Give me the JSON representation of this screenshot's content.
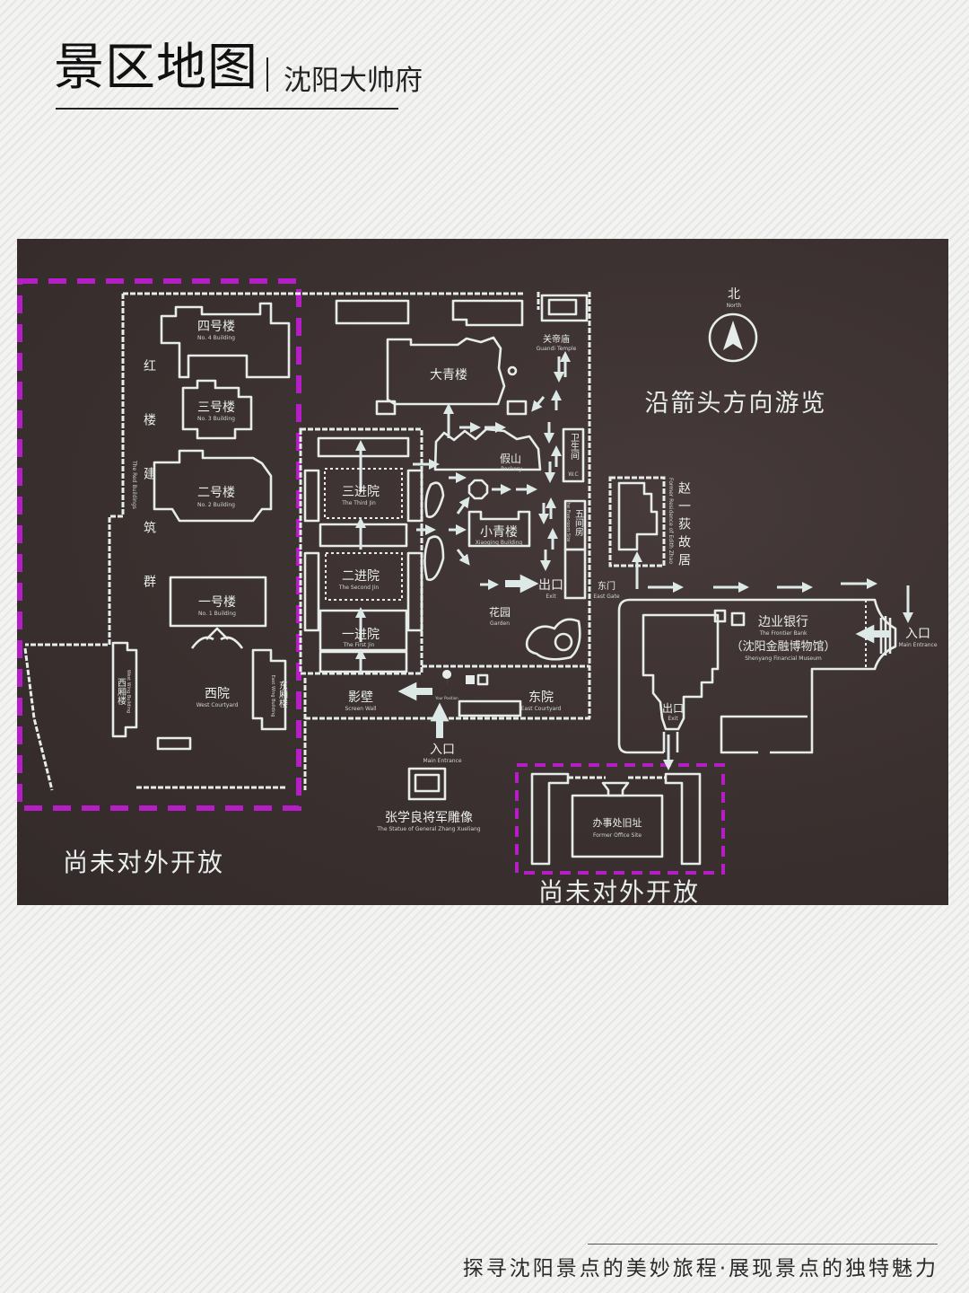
{
  "header": {
    "title": "景区地图",
    "subtitle": "沈阳大帅府"
  },
  "footer": {
    "tagline": "探寻沈阳景点的美妙旅程·展现景点的独特魅力"
  },
  "map": {
    "colors": {
      "background": "#3b3131",
      "lines": "#e6ece9",
      "closed_area": "#b41ec4"
    },
    "compass": {
      "cn": "北",
      "en": "North",
      "icon": "north-arrow-icon"
    },
    "instruction": "沿箭头方向游览",
    "closed_notice_left": "尚未对外开放",
    "closed_notice_bottom": "尚未对外开放",
    "red_buildings": {
      "cn": "红楼建筑群",
      "en": "The Red Buildings"
    },
    "labels": {
      "b4": {
        "cn": "四号楼",
        "en": "No. 4 Building"
      },
      "b3": {
        "cn": "三号楼",
        "en": "No. 3 Building"
      },
      "b2": {
        "cn": "二号楼",
        "en": "No. 2 Building"
      },
      "b1": {
        "cn": "一号楼",
        "en": "No. 1 Building"
      },
      "west_courtyard": {
        "cn": "西院",
        "en": "West Courtyard"
      },
      "west_wing": {
        "cn": "西厢楼",
        "en": "West Wing Building"
      },
      "east_wing": {
        "cn": "东厢楼",
        "en": "East Wing Building"
      },
      "daqing": {
        "cn": "大青楼"
      },
      "guandi": {
        "cn": "关帝庙",
        "en": "Guandi Temple"
      },
      "wc": {
        "cn": "卫生间",
        "en": "W.C"
      },
      "rockery": {
        "cn": "假山",
        "en": "Rockery"
      },
      "third_jin": {
        "cn": "三进院",
        "en": "The Third Jin"
      },
      "second_jin": {
        "cn": "二进院",
        "en": "The Second Jin"
      },
      "first_jin": {
        "cn": "一进院",
        "en": "The First Jin"
      },
      "xiaoqing": {
        "cn": "小青楼",
        "en": "Xiaoqing Building"
      },
      "five_room": {
        "cn": "五间房",
        "en": "The Five-room Site"
      },
      "exit1": {
        "cn": "出口",
        "en": "Exit"
      },
      "east_gate": {
        "cn": "东门",
        "en": "East Gate"
      },
      "garden": {
        "cn": "花园",
        "en": "Garden"
      },
      "screen_wall": {
        "cn": "影壁",
        "en": "Screen Wall"
      },
      "you_position": {
        "en": "Your Position"
      },
      "east_courtyard": {
        "cn": "东院",
        "en": "East Courtyard"
      },
      "main_entrance1": {
        "cn": "入口",
        "en": "Main Entrance"
      },
      "statue": {
        "cn": "张学良将军雕像",
        "en": "The Statue of General Zhang Xueliang"
      },
      "office": {
        "cn": "办事处旧址",
        "en": "Former Office Site"
      },
      "zhao": {
        "cn": "赵一荻故居",
        "en": "Former Residence of Edith Zhao"
      },
      "bank": {
        "cn": "边业银行",
        "en": "The Frontier Bank",
        "cn2": "（沈阳金融博物馆）",
        "en2": "Shenyang Financial Museum"
      },
      "exit2": {
        "cn": "出口",
        "en": "Exit"
      },
      "main_entrance2": {
        "cn": "入口",
        "en": "Main Entrance"
      }
    }
  }
}
